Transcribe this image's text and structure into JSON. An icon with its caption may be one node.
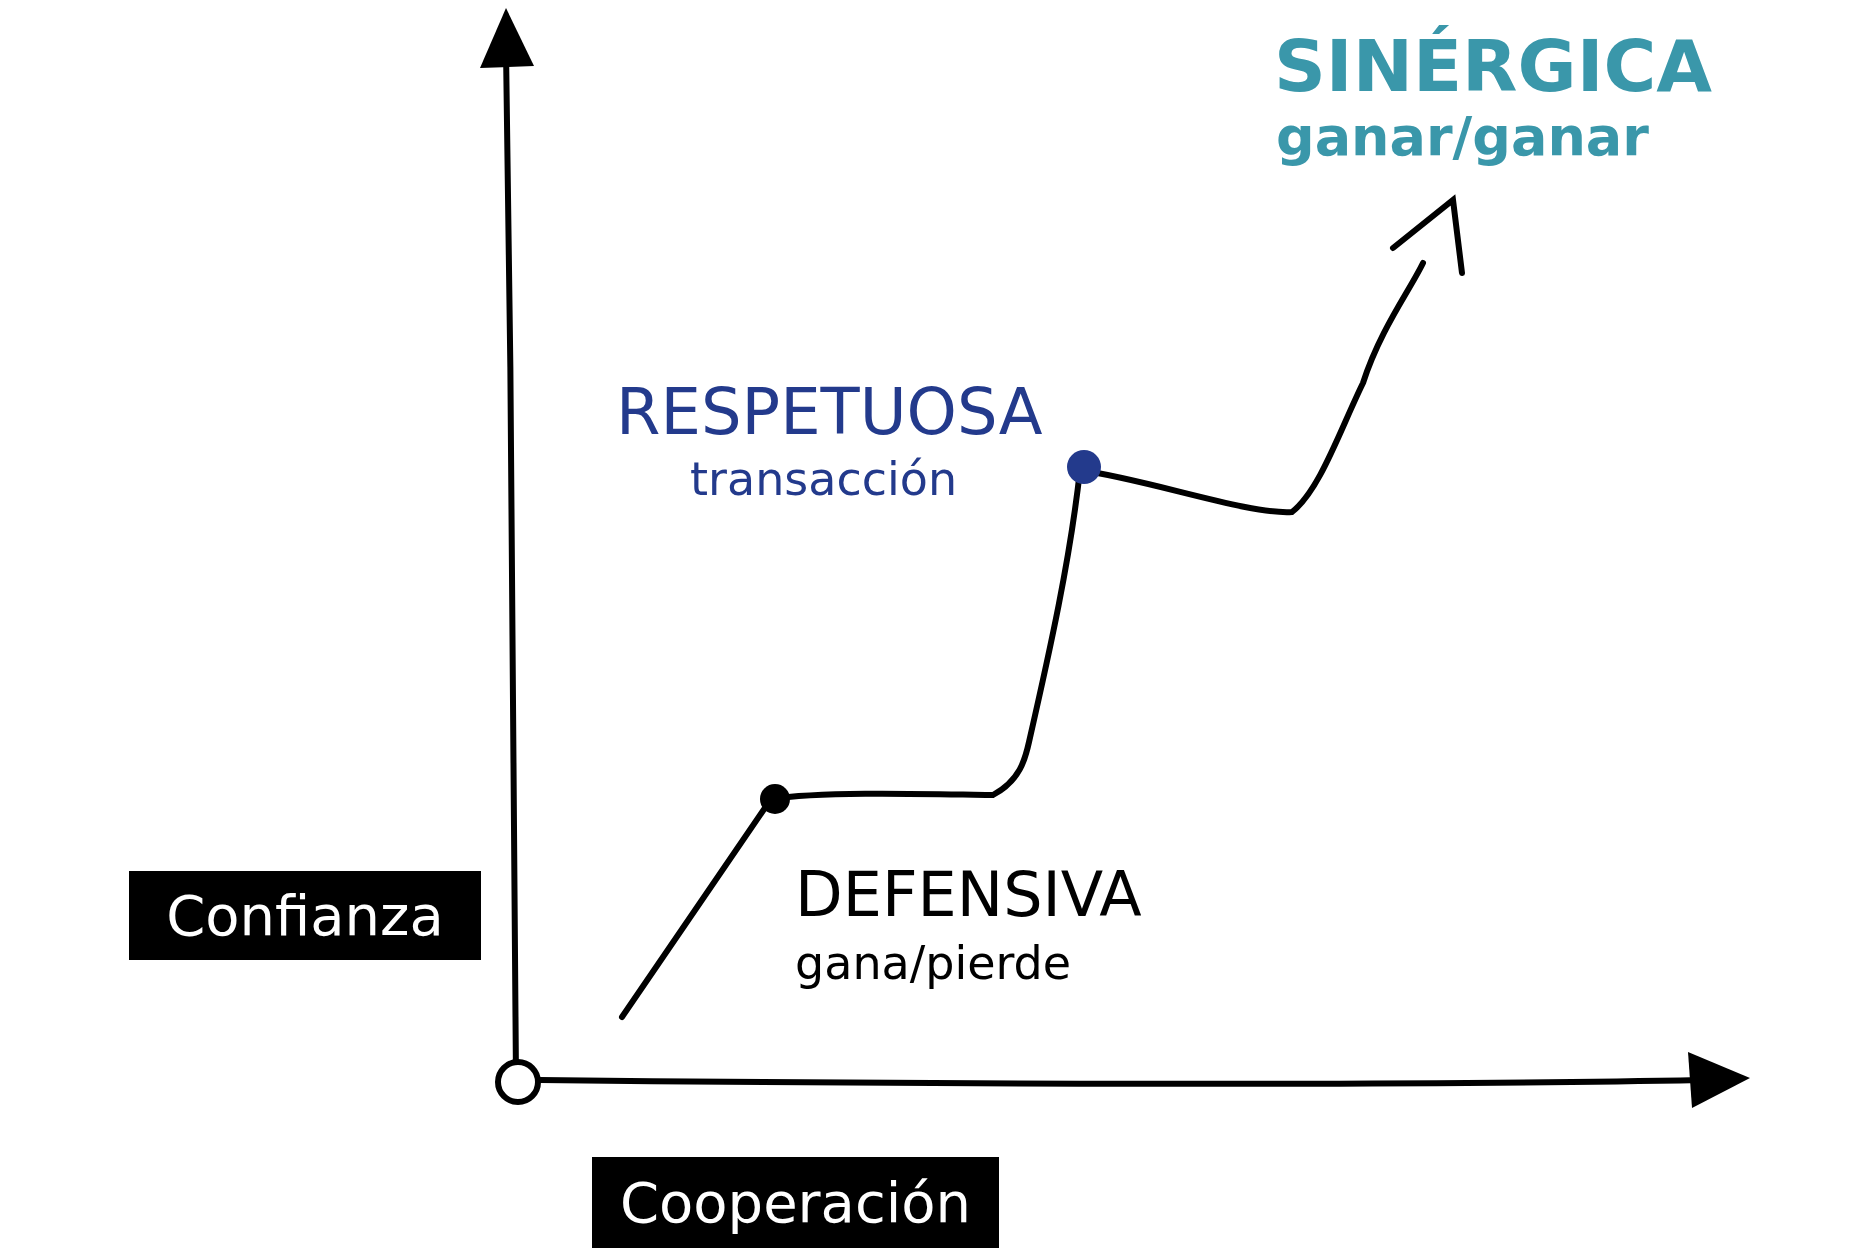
{
  "diagram": {
    "nodes": [
      {
        "text": [
          "Confianza"
        ]
      },
      {
        "text": [
          "Cooperación"
        ]
      }
    ],
    "labels": [
      "SINÉRGICA",
      "ganar/ganar",
      "RESPETUOSA",
      "transacción",
      "DEFENSIVA",
      "gana/pierde"
    ]
  }
}
